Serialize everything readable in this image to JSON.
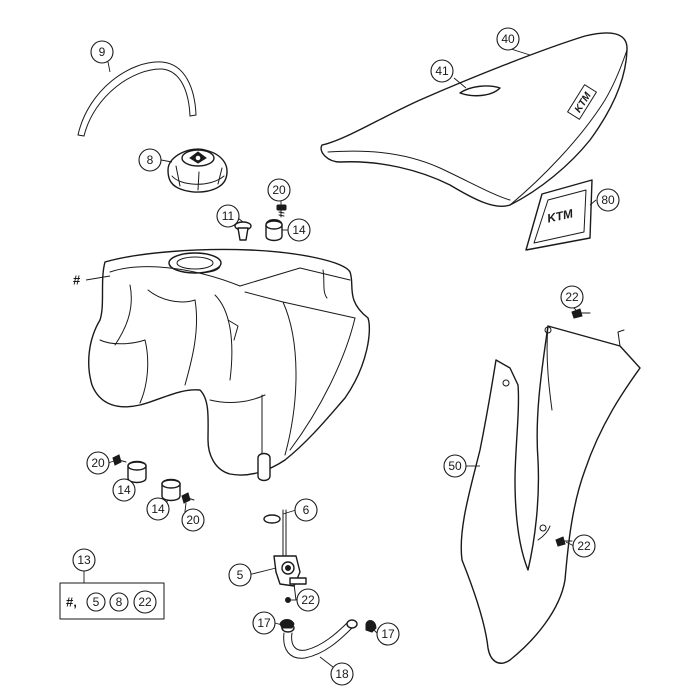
{
  "diagram": {
    "callouts": {
      "c9": "9",
      "c8": "8",
      "c40": "40",
      "c41": "41",
      "c20a": "20",
      "c11": "11",
      "c14a": "14",
      "c80": "80",
      "c22a": "22",
      "c50": "50",
      "c20b": "20",
      "c14b": "14",
      "c14c": "14",
      "c20c": "20",
      "c6": "6",
      "c5": "5",
      "c22b": "22",
      "c22c": "22",
      "c13": "13",
      "c17a": "17",
      "c17b": "17",
      "c18": "18"
    },
    "tank_marker": "#",
    "kit_box": {
      "prefix": "#,",
      "items": [
        "5",
        "8",
        "22"
      ]
    },
    "logos": {
      "seat_logo": "KTM",
      "decal_logo": "KTM"
    }
  }
}
